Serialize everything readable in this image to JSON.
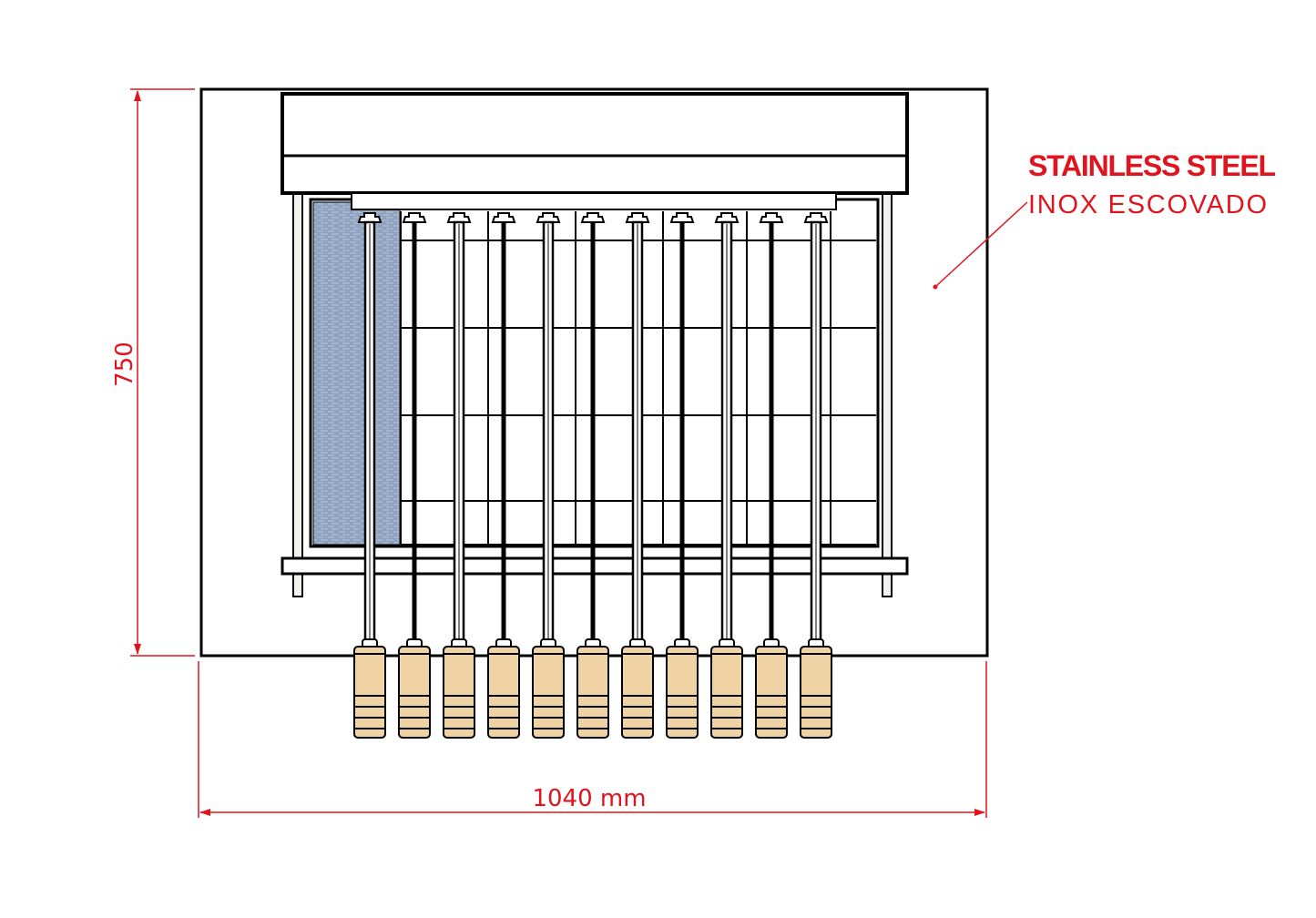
{
  "labels": {
    "material_title": "STAINLESS STEEL",
    "material_subtitle": "INOX ESCOVADO"
  },
  "dimensions": {
    "height": "750",
    "width": "1040 mm"
  },
  "skewer_count": 11,
  "colors": {
    "dimension": "#e0141e",
    "handle": "#efd3a4",
    "panel": "#8ea3bf",
    "line": "#000000"
  }
}
